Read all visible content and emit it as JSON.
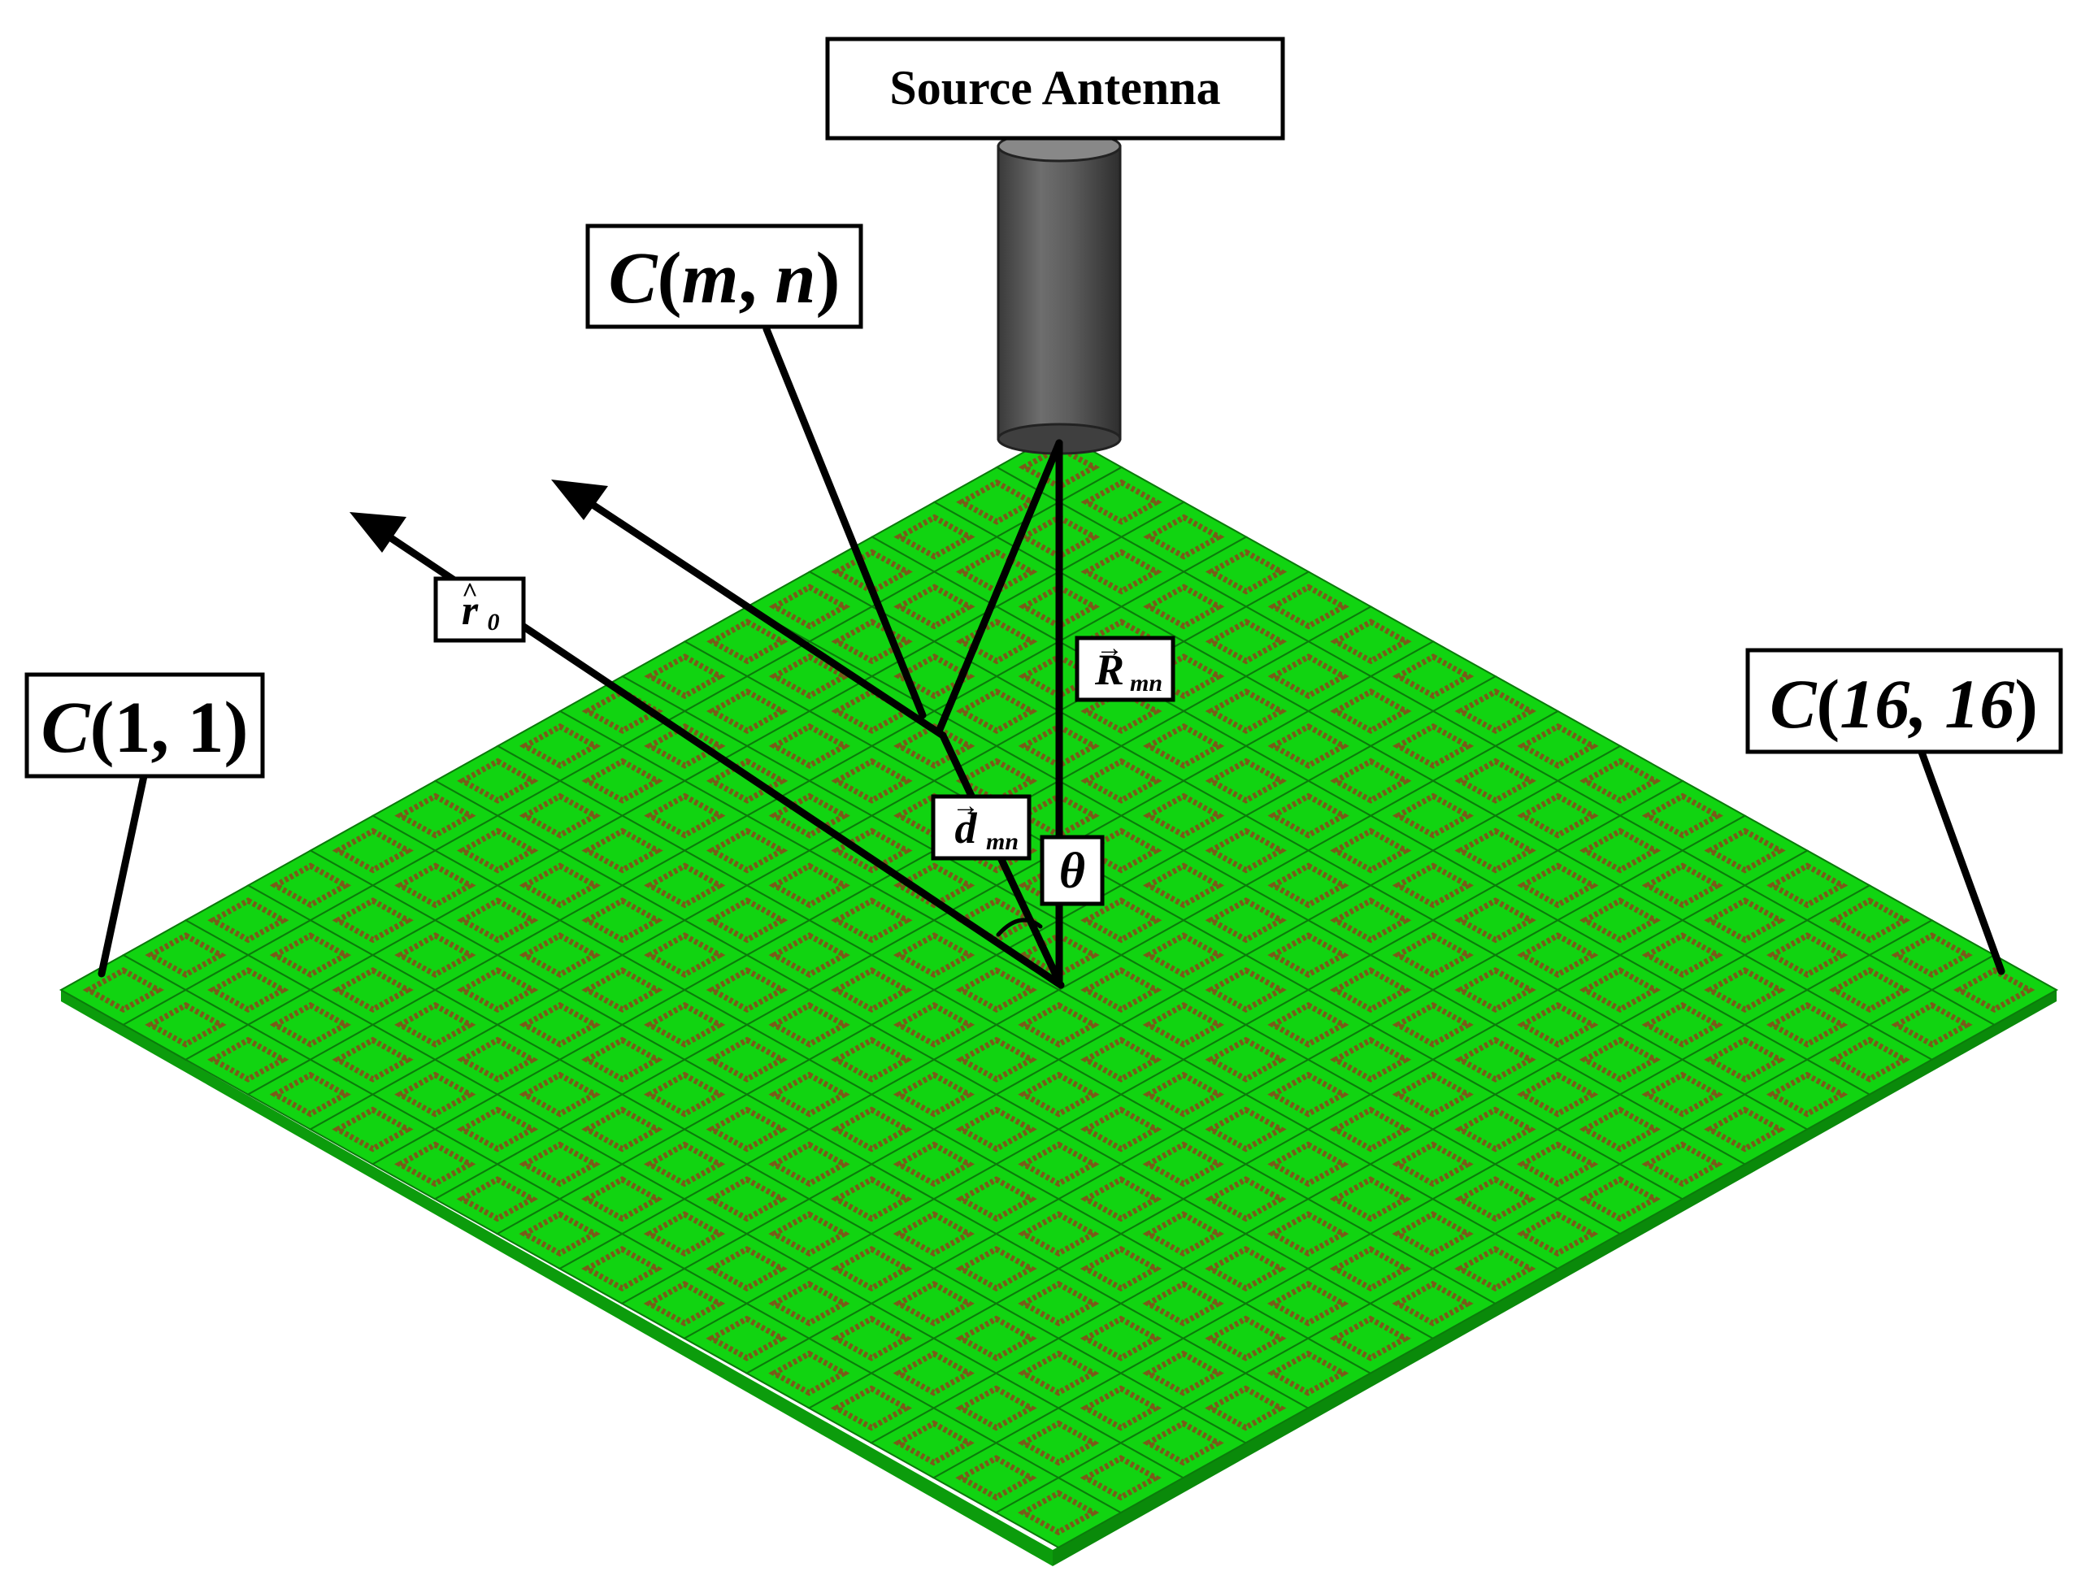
{
  "labels": {
    "source": "Source Antenna",
    "cmn": {
      "pre": "C",
      "open": "(",
      "m": "m",
      "comma": ", ",
      "n": "n",
      "close": ")"
    },
    "c11": {
      "pre": "C",
      "rest": "(1, 1)"
    },
    "c1616": {
      "pre": "C",
      "open": "(",
      "inner": "16, 16",
      "close": ")"
    },
    "r0": {
      "main": "r",
      "hat": "^",
      "sub": "0"
    },
    "rmn": {
      "main": "R",
      "arrow": "→",
      "sub": "mn"
    },
    "dmn": {
      "main": "d",
      "arrow": "→",
      "sub": "mn"
    },
    "theta": "θ"
  },
  "array": {
    "rows": 16,
    "cols": 16
  },
  "colors": {
    "cell": "#11d411",
    "cell_edge": "#0b7a0b",
    "ring": "#7a5a1a",
    "antenna": "#5a5a5a",
    "antenna_top": "#7a7a7a"
  }
}
